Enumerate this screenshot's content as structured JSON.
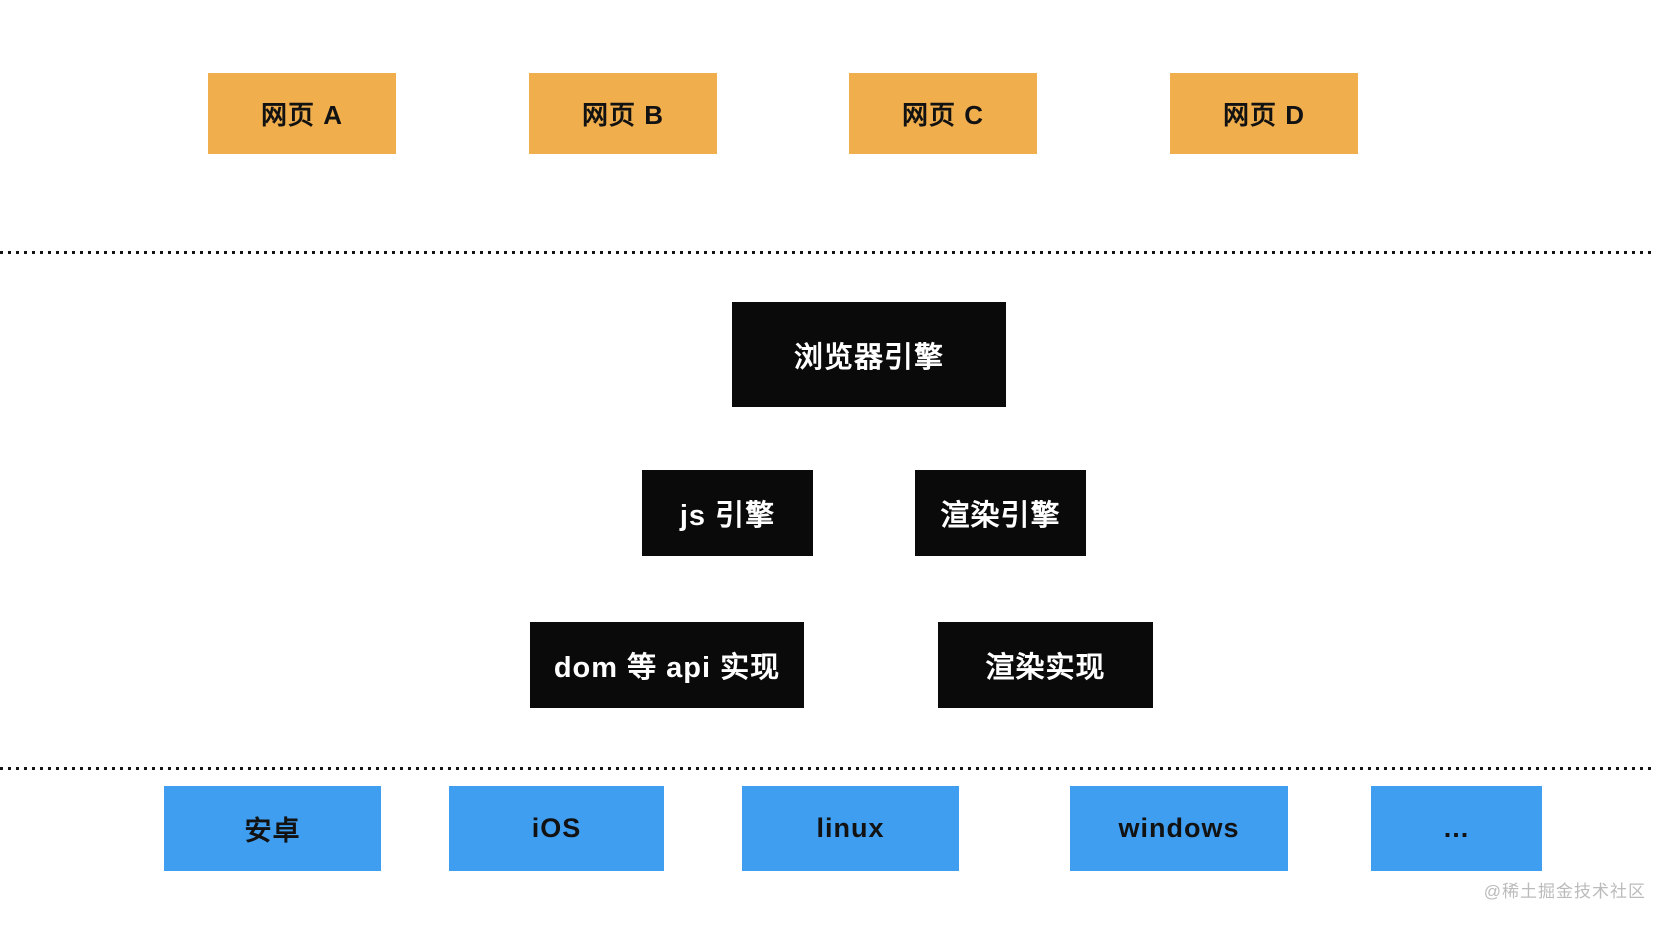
{
  "diagram": {
    "webpages": {
      "box_color": "#F0AE4D",
      "items": [
        {
          "label": "网页 A"
        },
        {
          "label": "网页 B"
        },
        {
          "label": "网页 C"
        },
        {
          "label": "网页 D"
        }
      ]
    },
    "browser_layer": {
      "box_color": "#0a0a0a",
      "text_color": "#ffffff",
      "browser_engine": {
        "label": "浏览器引擎"
      },
      "js_engine": {
        "label": "js 引擎"
      },
      "render_engine": {
        "label": "渲染引擎"
      },
      "dom_api_impl": {
        "label": "dom 等 api 实现"
      },
      "render_impl": {
        "label": "渲染实现"
      }
    },
    "platforms": {
      "box_color": "#3F9EF0",
      "items": [
        {
          "label": "安卓"
        },
        {
          "label": "iOS"
        },
        {
          "label": "linux"
        },
        {
          "label": "windows"
        },
        {
          "label": "..."
        }
      ]
    },
    "watermark": {
      "label": "@稀土掘金技术社区",
      "color": "#bbbbbb"
    }
  }
}
